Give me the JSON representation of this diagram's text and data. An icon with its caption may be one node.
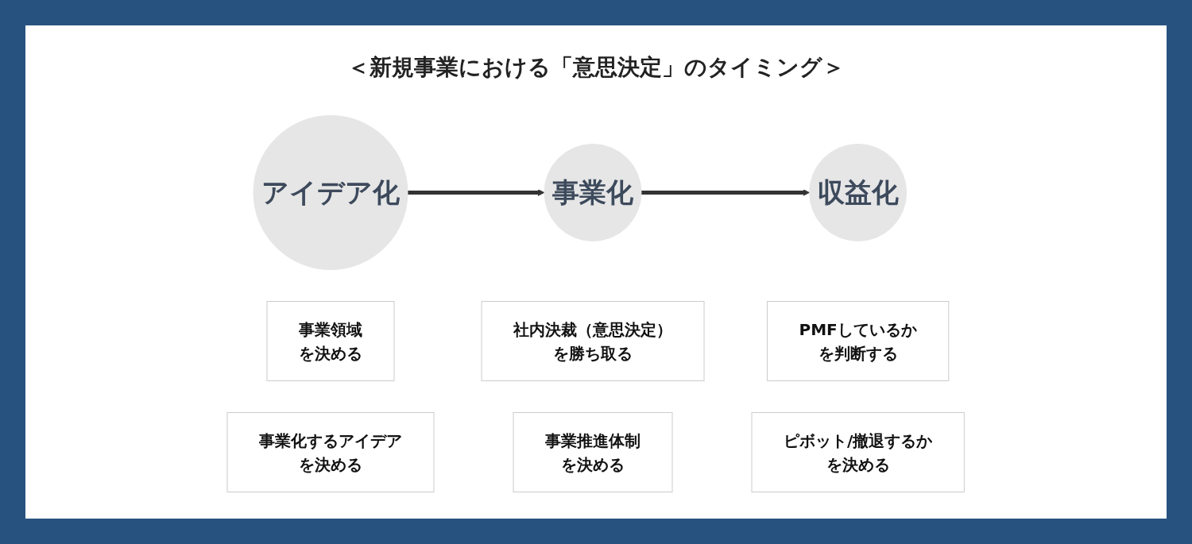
{
  "diagram": {
    "title": "＜新規事業における「意思決定」のタイミング＞",
    "nodes": [
      {
        "text": [
          "アイデア化"
        ]
      },
      {
        "text": [
          "事業化"
        ]
      },
      {
        "text": [
          "収益化"
        ]
      },
      {
        "text": [
          "事業領域",
          "を決める"
        ]
      },
      {
        "text": [
          "事業化するアイデア",
          "を決める"
        ]
      },
      {
        "text": [
          "社内決裁（意思決定）",
          "を勝ち取る"
        ]
      },
      {
        "text": [
          "事業推進体制",
          "を決める"
        ]
      },
      {
        "text": [
          "PMFしているか",
          "を判断する"
        ]
      },
      {
        "text": [
          "ピボット/撤退するか",
          "を決める"
        ]
      }
    ],
    "edges": [
      {
        "from": 0,
        "to": 1,
        "arrow": "to"
      },
      {
        "from": 1,
        "to": 2,
        "arrow": "to"
      }
    ]
  }
}
